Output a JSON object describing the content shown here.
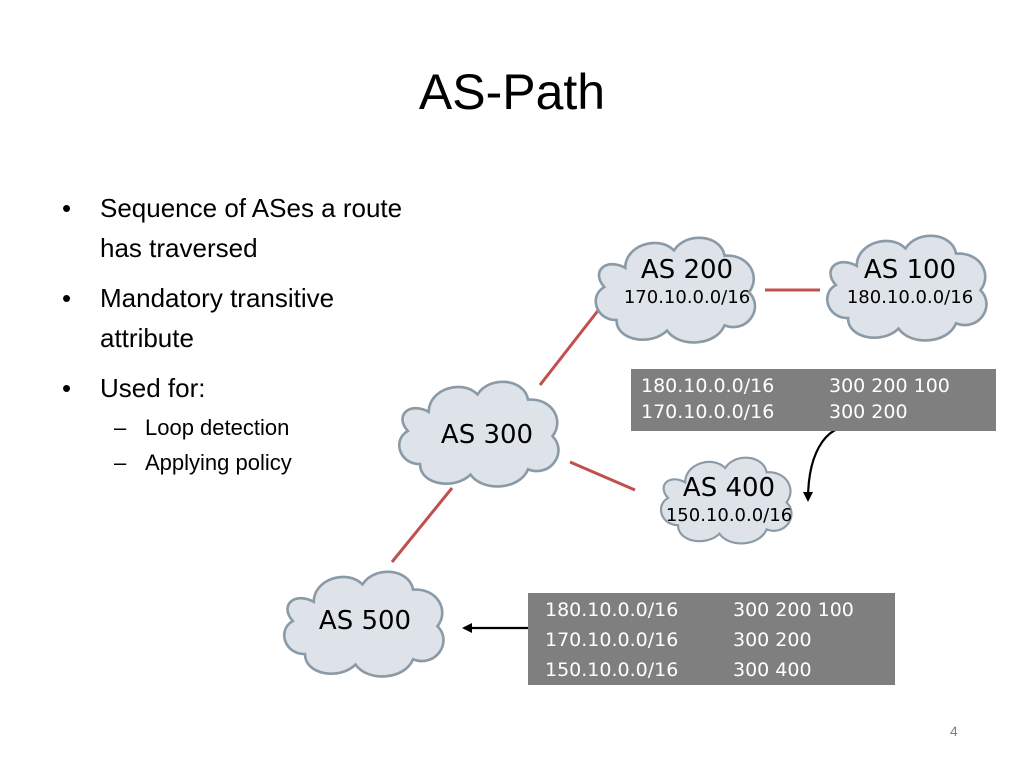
{
  "slide": {
    "title": "AS-Path",
    "bullets": [
      "Sequence of ASes a route has traversed",
      "Mandatory transitive attribute",
      "Used for:"
    ],
    "sub_bullets": [
      "Loop detection",
      "Applying policy"
    ],
    "bullet_glyph": "•",
    "dash_glyph": "–",
    "page_number": "4"
  },
  "nodes": {
    "as200": {
      "name": "AS 200",
      "prefix": "170.10.0.0/16"
    },
    "as100": {
      "name": "AS 100",
      "prefix": "180.10.0.0/16"
    },
    "as300": {
      "name": "AS 300"
    },
    "as400": {
      "name": "AS 400",
      "prefix": "150.10.0.0/16"
    },
    "as500": {
      "name": "AS 500"
    }
  },
  "edges": [
    {
      "from": "AS 300",
      "to": "AS 200"
    },
    {
      "from": "AS 200",
      "to": "AS 100"
    },
    {
      "from": "AS 300",
      "to": "AS 400"
    },
    {
      "from": "AS 300",
      "to": "AS 500"
    }
  ],
  "table_as400": {
    "rows": [
      {
        "prefix": "180.10.0.0/16",
        "path": "300 200 100"
      },
      {
        "prefix": "170.10.0.0/16",
        "path": "300 200"
      }
    ]
  },
  "table_as500": {
    "rows": [
      {
        "prefix": "180.10.0.0/16",
        "path": "300 200 100"
      },
      {
        "prefix": "170.10.0.0/16",
        "path": "300 200"
      },
      {
        "prefix": "150.10.0.0/16",
        "path": "300 400"
      }
    ]
  },
  "colors": {
    "link": "#c0504d",
    "cloud_fill": "#dde3e8",
    "cloud_stroke": "#8a9aa6",
    "table_bg": "#7f7f7f",
    "table_text": "#ffffff"
  }
}
